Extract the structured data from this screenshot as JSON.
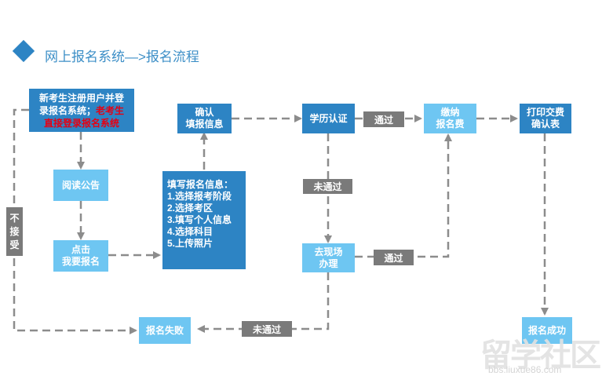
{
  "header": {
    "title": "网上报名系统—>报名流程"
  },
  "colors": {
    "primary": "#2d84c4",
    "secondary": "#6ec6f2",
    "tag": "#7a7a7a",
    "connector": "#8c8c8c",
    "highlight": "#e60012"
  },
  "nodes": {
    "register": {
      "line1": "新考生注册用户并登",
      "line2": "录报名系统；",
      "line2_red": "老考生",
      "line3_red": "直接登录报名系统"
    },
    "read_notice": "阅读公告",
    "click_apply": "点击\n我要报名",
    "fill_info": {
      "heading": "填写报名信息：",
      "items": [
        "1.选择报考阶段",
        "2.选择考区",
        "3.填写个人信息",
        "4.选择科目",
        "5.上传照片"
      ]
    },
    "confirm_info": "确认\n填报信息",
    "edu_verify": "学历认证",
    "pay_fee": "缴纳\n报名费",
    "print_form": "打印交费\n确认表",
    "onsite": "去现场\n办理",
    "fail": "报名失败",
    "success": "报名成功"
  },
  "edge_labels": {
    "pass_1": "通过",
    "fail_1": "未通过",
    "pass_2": "通过",
    "fail_2": "未通过",
    "not_accepted": "不\n接\n受"
  },
  "watermark": {
    "main": "留学社区",
    "sub": "bbs.liuxue86.com"
  }
}
